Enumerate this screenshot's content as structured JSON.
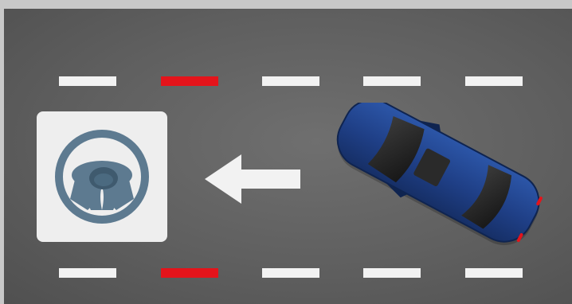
{
  "scene": {
    "description_icons": {
      "steering": "steering-wheel-icon",
      "arrow": "left-arrow-icon",
      "car": "car-topview-icon"
    },
    "colors": {
      "road": "#5f5f5f",
      "lane_white": "#f2f2f2",
      "lane_red": "#e4141b",
      "tile": "#eeeeee",
      "wheel": "#5d7a90",
      "wheel_dark": "#3f5a6e",
      "car_body": "#1f3f86",
      "arrow": "#f2f2f2"
    },
    "lanes": {
      "top": [
        "white",
        "red",
        "white",
        "white",
        "white"
      ],
      "bottom": [
        "white",
        "red",
        "white",
        "white",
        "white"
      ]
    }
  }
}
